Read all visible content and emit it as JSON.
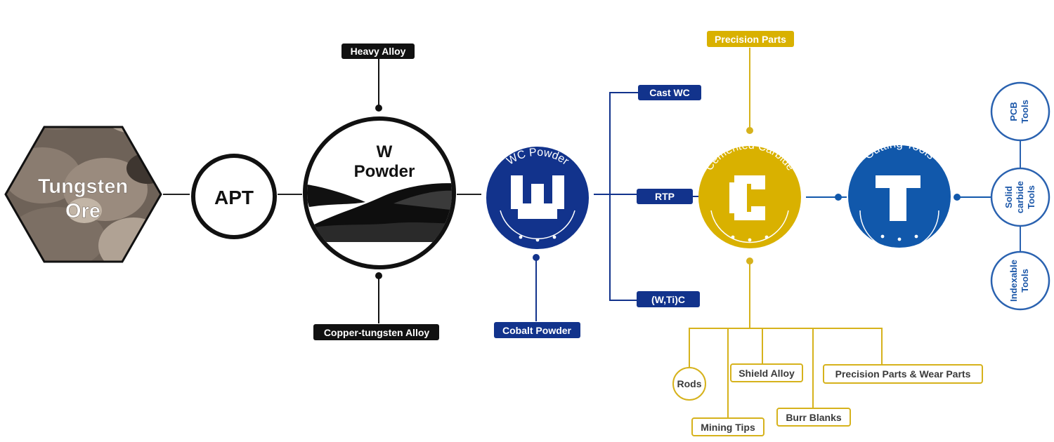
{
  "colors": {
    "black": "#111111",
    "navy": "#12338c",
    "gold": "#d9b100",
    "gold_line": "#d6b21c",
    "blue": "#1158ab",
    "outline_blue": "#2a62b0",
    "white": "#ffffff"
  },
  "nodes": {
    "tungsten_ore": {
      "line1": "Tungsten",
      "line2": "Ore"
    },
    "apt": {
      "label": "APT"
    },
    "w_powder": {
      "line1": "W",
      "line2": "Powder"
    },
    "wc_powder": {
      "label": "WC Powder",
      "icon": "w-letter-icon"
    },
    "cemented_carbide": {
      "label": "Cemented Carbide",
      "icon": "c-letter-icon"
    },
    "cutting_tools": {
      "label": "Cutting Tools",
      "icon": "t-letter-icon"
    }
  },
  "tags": {
    "heavy_alloy": "Heavy Alloy",
    "copper_tungsten_alloy": "Copper-tungsten Alloy",
    "cobalt_powder": "Cobalt Powder",
    "cast_wc": "Cast WC",
    "rtp": "RTP",
    "w_ti_c": "(W,Ti)C",
    "precision_parts": "Precision Parts"
  },
  "carbide_products": {
    "rods": "Rods",
    "mining_tips": "Mining Tips",
    "shield_alloy": "Shield Alloy",
    "burr_blanks": "Burr Blanks",
    "precision_wear_parts": "Precision Parts & Wear Parts"
  },
  "tool_types": {
    "pcb": {
      "line1": "PCB",
      "line2": "Tools"
    },
    "solid_carbide": {
      "line1": "Solid",
      "line2": "carbide",
      "line3": "Tools"
    },
    "indexable": {
      "line1": "Indexable",
      "line2": "Tools"
    }
  }
}
